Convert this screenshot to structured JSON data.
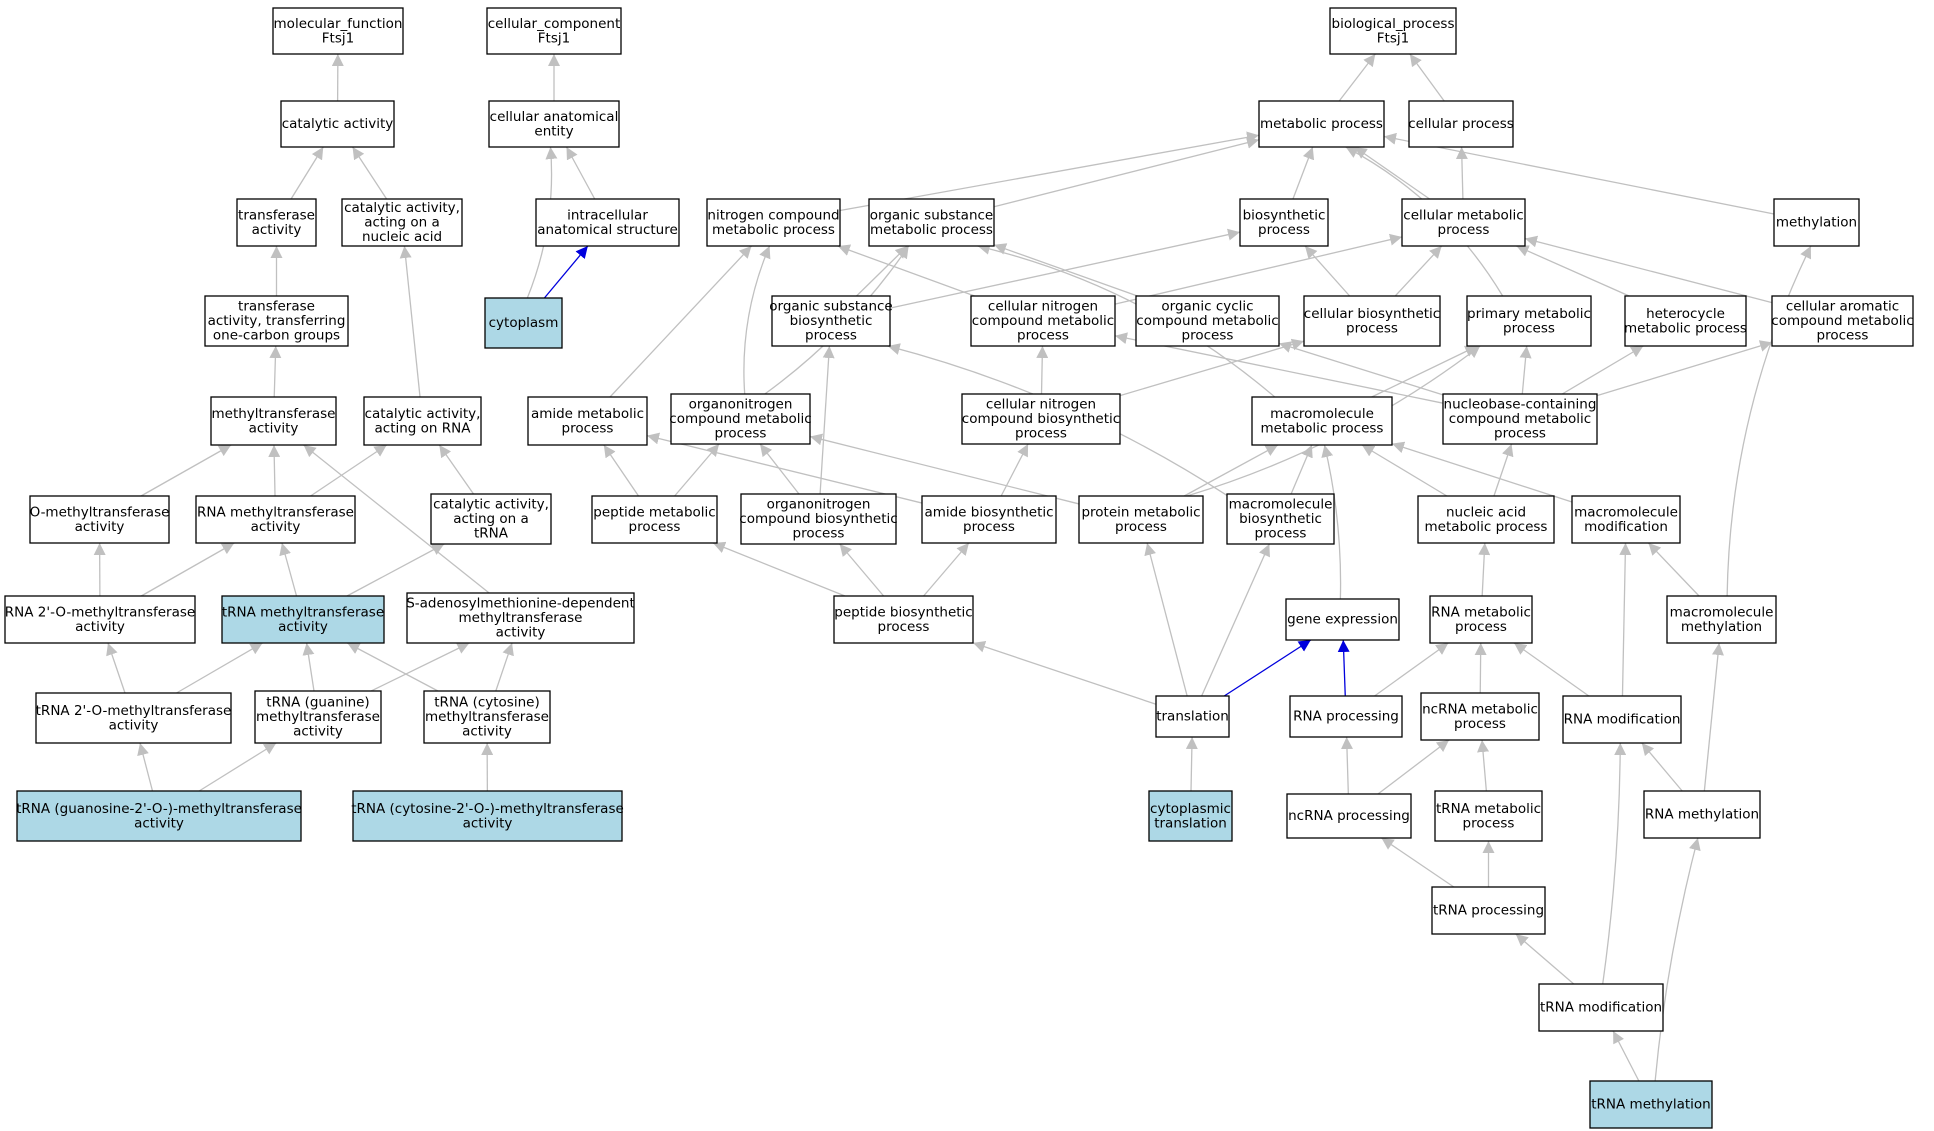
{
  "colors": {
    "node_fill": "#ffffff",
    "highlight_fill": "#add8e6",
    "node_border": "#000000",
    "edge": "#c0c0c0",
    "edge_highlight": "#0000dd"
  },
  "nodes": [
    {
      "id": "mf",
      "lines": [
        "molecular_function",
        "Ftsj1"
      ]
    },
    {
      "id": "cc",
      "lines": [
        "cellular_component",
        "Ftsj1"
      ]
    },
    {
      "id": "bp",
      "lines": [
        "biological_process",
        "Ftsj1"
      ]
    },
    {
      "id": "cat",
      "lines": [
        "catalytic activity"
      ]
    },
    {
      "id": "cae",
      "lines": [
        "cellular anatomical",
        "entity"
      ]
    },
    {
      "id": "metp",
      "lines": [
        "metabolic process"
      ]
    },
    {
      "id": "cellp",
      "lines": [
        "cellular process"
      ]
    },
    {
      "id": "trans",
      "lines": [
        "transferase",
        "activity"
      ]
    },
    {
      "id": "catna",
      "lines": [
        "catalytic activity,",
        "acting on a",
        "nucleic acid"
      ]
    },
    {
      "id": "ias",
      "lines": [
        "intracellular",
        "anatomical structure"
      ]
    },
    {
      "id": "ncmp",
      "lines": [
        "nitrogen compound",
        "metabolic process"
      ]
    },
    {
      "id": "osmp",
      "lines": [
        "organic substance",
        "metabolic process"
      ]
    },
    {
      "id": "bsp",
      "lines": [
        "biosynthetic",
        "process"
      ]
    },
    {
      "id": "cmp",
      "lines": [
        "cellular metabolic",
        "process"
      ]
    },
    {
      "id": "methyl",
      "lines": [
        "methylation"
      ]
    },
    {
      "id": "transone",
      "lines": [
        "transferase",
        "activity, transferring",
        "one-carbon groups"
      ]
    },
    {
      "id": "cyto",
      "lines": [
        "cytoplasm"
      ],
      "highlight": true
    },
    {
      "id": "osbp",
      "lines": [
        "organic substance",
        "biosynthetic",
        "process"
      ]
    },
    {
      "id": "cncmp",
      "lines": [
        "cellular nitrogen",
        "compound metabolic",
        "process"
      ]
    },
    {
      "id": "occmp",
      "lines": [
        "organic cyclic",
        "compound metabolic",
        "process"
      ]
    },
    {
      "id": "cbp",
      "lines": [
        "cellular biosynthetic",
        "process"
      ]
    },
    {
      "id": "pmp",
      "lines": [
        "primary metabolic",
        "process"
      ]
    },
    {
      "id": "hmp",
      "lines": [
        "heterocycle",
        "metabolic process"
      ]
    },
    {
      "id": "cacmp",
      "lines": [
        "cellular aromatic",
        "compound metabolic",
        "process"
      ]
    },
    {
      "id": "mta",
      "lines": [
        "methyltransferase",
        "activity"
      ]
    },
    {
      "id": "catrna",
      "lines": [
        "catalytic activity,",
        "acting on RNA"
      ]
    },
    {
      "id": "amp",
      "lines": [
        "amide metabolic",
        "process"
      ]
    },
    {
      "id": "oncmp",
      "lines": [
        "organonitrogen",
        "compound metabolic",
        "process"
      ]
    },
    {
      "id": "cncbp",
      "lines": [
        "cellular nitrogen",
        "compound biosynthetic",
        "process"
      ]
    },
    {
      "id": "mmp",
      "lines": [
        "macromolecule",
        "metabolic process"
      ]
    },
    {
      "id": "nbcmp",
      "lines": [
        "nucleobase-containing",
        "compound metabolic",
        "process"
      ]
    },
    {
      "id": "omta",
      "lines": [
        "O-methyltransferase",
        "activity"
      ]
    },
    {
      "id": "rmta",
      "lines": [
        "RNA methyltransferase",
        "activity"
      ]
    },
    {
      "id": "cattrna",
      "lines": [
        "catalytic activity,",
        "acting on a",
        "tRNA"
      ]
    },
    {
      "id": "pepmp",
      "lines": [
        "peptide metabolic",
        "process"
      ]
    },
    {
      "id": "oncbp",
      "lines": [
        "organonitrogen",
        "compound biosynthetic",
        "process"
      ]
    },
    {
      "id": "abp",
      "lines": [
        "amide biosynthetic",
        "process"
      ]
    },
    {
      "id": "protmp",
      "lines": [
        "protein metabolic",
        "process"
      ]
    },
    {
      "id": "mbp",
      "lines": [
        "macromolecule",
        "biosynthetic",
        "process"
      ]
    },
    {
      "id": "namp",
      "lines": [
        "nucleic acid",
        "metabolic process"
      ]
    },
    {
      "id": "mmod",
      "lines": [
        "macromolecule",
        "modification"
      ]
    },
    {
      "id": "r2omta",
      "lines": [
        "RNA 2'-O-methyltransferase",
        "activity"
      ]
    },
    {
      "id": "tmta",
      "lines": [
        "tRNA methyltransferase",
        "activity"
      ],
      "highlight": true
    },
    {
      "id": "samdmta",
      "lines": [
        "S-adenosylmethionine-dependent",
        "methyltransferase",
        "activity"
      ]
    },
    {
      "id": "pepbp",
      "lines": [
        "peptide biosynthetic",
        "process"
      ]
    },
    {
      "id": "geneexp",
      "lines": [
        "gene expression"
      ]
    },
    {
      "id": "rnamp",
      "lines": [
        "RNA metabolic",
        "process"
      ]
    },
    {
      "id": "mmeth",
      "lines": [
        "macromolecule",
        "methylation"
      ]
    },
    {
      "id": "t2omta",
      "lines": [
        "tRNA 2'-O-methyltransferase",
        "activity"
      ]
    },
    {
      "id": "tgmta",
      "lines": [
        "tRNA (guanine)",
        "methyltransferase",
        "activity"
      ]
    },
    {
      "id": "tcmta",
      "lines": [
        "tRNA (cytosine)",
        "methyltransferase",
        "activity"
      ]
    },
    {
      "id": "translation",
      "lines": [
        "translation"
      ]
    },
    {
      "id": "rnaproc",
      "lines": [
        "RNA processing"
      ]
    },
    {
      "id": "ncrnamp",
      "lines": [
        "ncRNA metabolic",
        "process"
      ]
    },
    {
      "id": "rnamod",
      "lines": [
        "RNA modification"
      ]
    },
    {
      "id": "tg2omta",
      "lines": [
        "tRNA (guanosine-2'-O-)-methyltransferase",
        "activity"
      ],
      "highlight": true
    },
    {
      "id": "tc2omta",
      "lines": [
        "tRNA (cytosine-2'-O-)-methyltransferase",
        "activity"
      ],
      "highlight": true
    },
    {
      "id": "cyttrans",
      "lines": [
        "cytoplasmic",
        "translation"
      ],
      "highlight": true
    },
    {
      "id": "ncrnaproc",
      "lines": [
        "ncRNA processing"
      ]
    },
    {
      "id": "trnamp",
      "lines": [
        "tRNA metabolic",
        "process"
      ]
    },
    {
      "id": "rnameth",
      "lines": [
        "RNA methylation"
      ]
    },
    {
      "id": "trnaproc",
      "lines": [
        "tRNA processing"
      ]
    },
    {
      "id": "trnamod",
      "lines": [
        "tRNA modification"
      ]
    },
    {
      "id": "trnameth",
      "lines": [
        "tRNA methylation"
      ],
      "highlight": true
    }
  ],
  "edges": [
    {
      "from": "cat",
      "to": "mf"
    },
    {
      "from": "trans",
      "to": "cat"
    },
    {
      "from": "catna",
      "to": "cat"
    },
    {
      "from": "transone",
      "to": "trans"
    },
    {
      "from": "mta",
      "to": "transone"
    },
    {
      "from": "catrna",
      "to": "catna"
    },
    {
      "from": "omta",
      "to": "mta"
    },
    {
      "from": "rmta",
      "to": "mta"
    },
    {
      "from": "rmta",
      "to": "catrna"
    },
    {
      "from": "cattrna",
      "to": "catrna"
    },
    {
      "from": "samdmta",
      "to": "mta"
    },
    {
      "from": "r2omta",
      "to": "omta"
    },
    {
      "from": "r2omta",
      "to": "rmta"
    },
    {
      "from": "tmta",
      "to": "rmta"
    },
    {
      "from": "tmta",
      "to": "cattrna"
    },
    {
      "from": "t2omta",
      "to": "r2omta"
    },
    {
      "from": "t2omta",
      "to": "tmta"
    },
    {
      "from": "tgmta",
      "to": "tmta"
    },
    {
      "from": "tgmta",
      "to": "samdmta"
    },
    {
      "from": "tcmta",
      "to": "tmta"
    },
    {
      "from": "tcmta",
      "to": "samdmta"
    },
    {
      "from": "tg2omta",
      "to": "t2omta"
    },
    {
      "from": "tg2omta",
      "to": "tgmta"
    },
    {
      "from": "tc2omta",
      "to": "tcmta"
    },
    {
      "from": "cae",
      "to": "cc"
    },
    {
      "from": "ias",
      "to": "cae"
    },
    {
      "from": "cyto",
      "to": "cae"
    },
    {
      "from": "cyto",
      "to": "ias",
      "highlight": true
    },
    {
      "from": "metp",
      "to": "bp"
    },
    {
      "from": "cellp",
      "to": "bp"
    },
    {
      "from": "ncmp",
      "to": "metp"
    },
    {
      "from": "osmp",
      "to": "metp"
    },
    {
      "from": "bsp",
      "to": "metp"
    },
    {
      "from": "cmp",
      "to": "metp"
    },
    {
      "from": "cmp",
      "to": "cellp"
    },
    {
      "from": "methyl",
      "to": "metp"
    },
    {
      "from": "pmp",
      "to": "metp"
    },
    {
      "from": "osbp",
      "to": "osmp"
    },
    {
      "from": "osbp",
      "to": "bsp"
    },
    {
      "from": "cncmp",
      "to": "ncmp"
    },
    {
      "from": "cncmp",
      "to": "cmp"
    },
    {
      "from": "occmp",
      "to": "osmp"
    },
    {
      "from": "cbp",
      "to": "bsp"
    },
    {
      "from": "cbp",
      "to": "cmp"
    },
    {
      "from": "hmp",
      "to": "cmp"
    },
    {
      "from": "cacmp",
      "to": "cmp"
    },
    {
      "from": "amp",
      "to": "ncmp"
    },
    {
      "from": "oncmp",
      "to": "ncmp"
    },
    {
      "from": "oncmp",
      "to": "osmp"
    },
    {
      "from": "cncbp",
      "to": "cncmp"
    },
    {
      "from": "cncbp",
      "to": "cbp"
    },
    {
      "from": "mmp",
      "to": "osmp"
    },
    {
      "from": "mmp",
      "to": "pmp"
    },
    {
      "from": "nbcmp",
      "to": "cncmp"
    },
    {
      "from": "nbcmp",
      "to": "occmp"
    },
    {
      "from": "nbcmp",
      "to": "pmp"
    },
    {
      "from": "nbcmp",
      "to": "hmp"
    },
    {
      "from": "nbcmp",
      "to": "cacmp"
    },
    {
      "from": "pepmp",
      "to": "amp"
    },
    {
      "from": "pepmp",
      "to": "oncmp"
    },
    {
      "from": "oncbp",
      "to": "oncmp"
    },
    {
      "from": "oncbp",
      "to": "osbp"
    },
    {
      "from": "abp",
      "to": "amp"
    },
    {
      "from": "abp",
      "to": "cncbp"
    },
    {
      "from": "protmp",
      "to": "oncmp"
    },
    {
      "from": "protmp",
      "to": "mmp"
    },
    {
      "from": "protmp",
      "to": "pmp"
    },
    {
      "from": "mbp",
      "to": "osbp"
    },
    {
      "from": "mbp",
      "to": "mmp"
    },
    {
      "from": "namp",
      "to": "mmp"
    },
    {
      "from": "namp",
      "to": "nbcmp"
    },
    {
      "from": "mmod",
      "to": "mmp"
    },
    {
      "from": "pepbp",
      "to": "pepmp"
    },
    {
      "from": "pepbp",
      "to": "oncbp"
    },
    {
      "from": "pepbp",
      "to": "abp"
    },
    {
      "from": "geneexp",
      "to": "mmp"
    },
    {
      "from": "rnamp",
      "to": "namp"
    },
    {
      "from": "mmeth",
      "to": "mmod"
    },
    {
      "from": "mmeth",
      "to": "methyl"
    },
    {
      "from": "translation",
      "to": "pepbp"
    },
    {
      "from": "translation",
      "to": "protmp"
    },
    {
      "from": "translation",
      "to": "mbp"
    },
    {
      "from": "translation",
      "to": "geneexp",
      "highlight": true
    },
    {
      "from": "rnaproc",
      "to": "geneexp",
      "highlight": true
    },
    {
      "from": "rnaproc",
      "to": "rnamp"
    },
    {
      "from": "ncrnamp",
      "to": "rnamp"
    },
    {
      "from": "rnamod",
      "to": "rnamp"
    },
    {
      "from": "rnamod",
      "to": "mmod"
    },
    {
      "from": "cyttrans",
      "to": "translation"
    },
    {
      "from": "ncrnaproc",
      "to": "rnaproc"
    },
    {
      "from": "ncrnaproc",
      "to": "ncrnamp"
    },
    {
      "from": "trnamp",
      "to": "ncrnamp"
    },
    {
      "from": "rnameth",
      "to": "rnamod"
    },
    {
      "from": "rnameth",
      "to": "mmeth"
    },
    {
      "from": "trnaproc",
      "to": "ncrnaproc"
    },
    {
      "from": "trnaproc",
      "to": "trnamp"
    },
    {
      "from": "trnamod",
      "to": "trnaproc"
    },
    {
      "from": "trnamod",
      "to": "rnamod"
    },
    {
      "from": "trnameth",
      "to": "trnamod"
    },
    {
      "from": "trnameth",
      "to": "rnameth"
    }
  ]
}
